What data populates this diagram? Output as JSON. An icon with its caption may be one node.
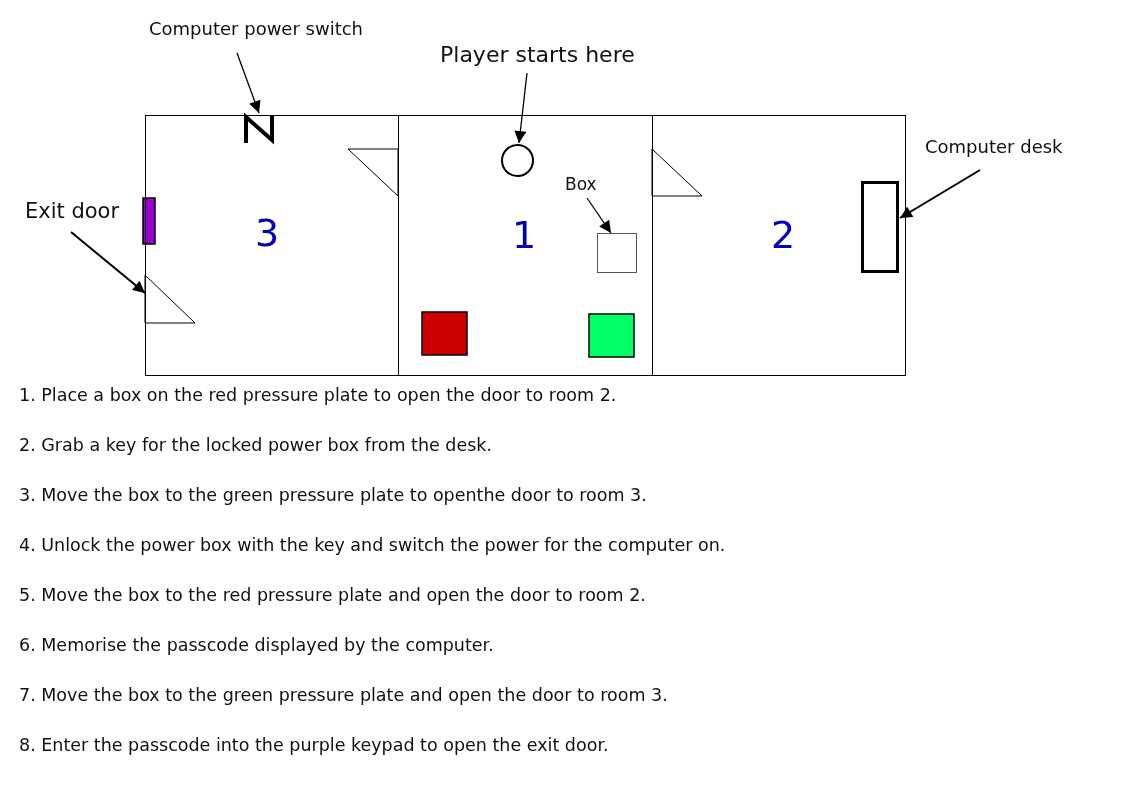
{
  "diagram": {
    "nodes": [
      {
        "text": [
          "Computer power switch"
        ]
      },
      {
        "text": [
          "Player starts here"
        ]
      },
      {
        "text": [
          "Computer desk"
        ]
      },
      {
        "text": [
          "Exit door"
        ]
      },
      {
        "text": [
          "3"
        ]
      },
      {
        "text": [],
        "shape": "picture",
        "in": 4
      },
      {
        "text": [],
        "shape": "triangle",
        "in": 4
      },
      {
        "text": [
          "1"
        ]
      },
      {
        "text": [],
        "shape": "circle",
        "in": 7
      },
      {
        "text": [
          "Box"
        ],
        "in": 7
      },
      {
        "text": [],
        "shape": "box",
        "in": 7
      },
      {
        "text": [
          "2"
        ]
      },
      {
        "text": [],
        "shape": "box",
        "in": 11
      }
    ],
    "edges": [
      {
        "from": 0,
        "to": 5,
        "arrow": "to"
      },
      {
        "from": 1,
        "to": 8,
        "arrow": "to"
      },
      {
        "from": 9,
        "to": 10,
        "arrow": "to"
      },
      {
        "from": 2,
        "to": 12,
        "arrow": "to"
      },
      {
        "from": 3,
        "to": 6,
        "arrow": "to"
      }
    ],
    "labels": [
      "1. Place a box on the red pressure plate to open the door to room 2.",
      "2. Grab a key for the locked power box from the desk.",
      "3. Move the box to the green pressure plate to openthe door to room 3.",
      "4. Unlock the power box with the key and switch the power for the computer on.",
      "5. Move the box to the red pressure plate and open the door to room 2.",
      "6. Memorise the passcode displayed by the computer.",
      "7. Move the box to the green pressure plate and open the door to room 3.",
      "8. Enter the passcode into the purple keypad to open the exit door."
    ]
  }
}
